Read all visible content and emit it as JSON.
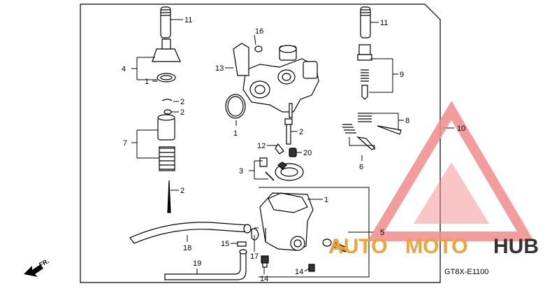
{
  "diagram": {
    "code": "GT8X-E1100",
    "direction_label": "FR.",
    "callouts": [
      "11",
      "4",
      "1",
      "2",
      "2",
      "7",
      "2",
      "16",
      "13",
      "1",
      "2",
      "12",
      "20",
      "3",
      "1",
      "18",
      "15",
      "17",
      "14",
      "19",
      "11",
      "9",
      "8",
      "10",
      "6",
      "5",
      "14"
    ]
  },
  "watermark": {
    "text_auto": "AUTO",
    "text_moto": "MOTO",
    "text_hub": "HUB",
    "colors": {
      "triangle": "#f28b8b",
      "auto": "#f0a23c",
      "moto": "#f0a23c",
      "hub": "#333333"
    }
  }
}
